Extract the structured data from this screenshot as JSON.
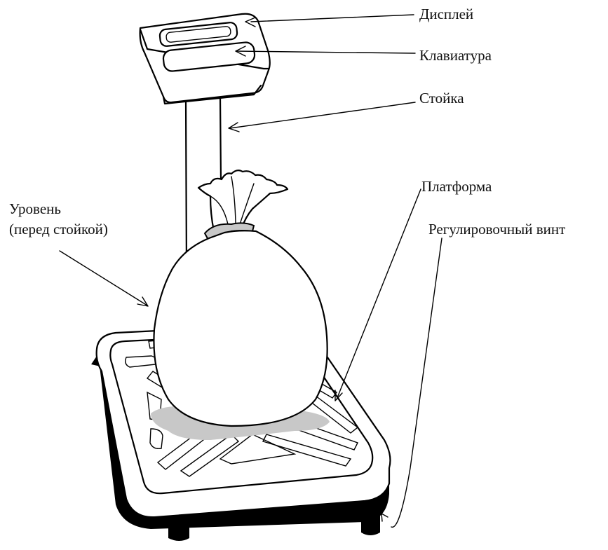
{
  "labels": {
    "display": "Дисплей",
    "keyboard": "Клавиатура",
    "stand": "Стойка",
    "platform": "Платформа",
    "level_line1": "Уровень",
    "level_line2": "(перед стойкой)",
    "adjusting_screw": "Регулировочный винт"
  },
  "colors": {
    "ink": "#000000",
    "shadow": "#c8c8c8",
    "paper": "#ffffff"
  }
}
